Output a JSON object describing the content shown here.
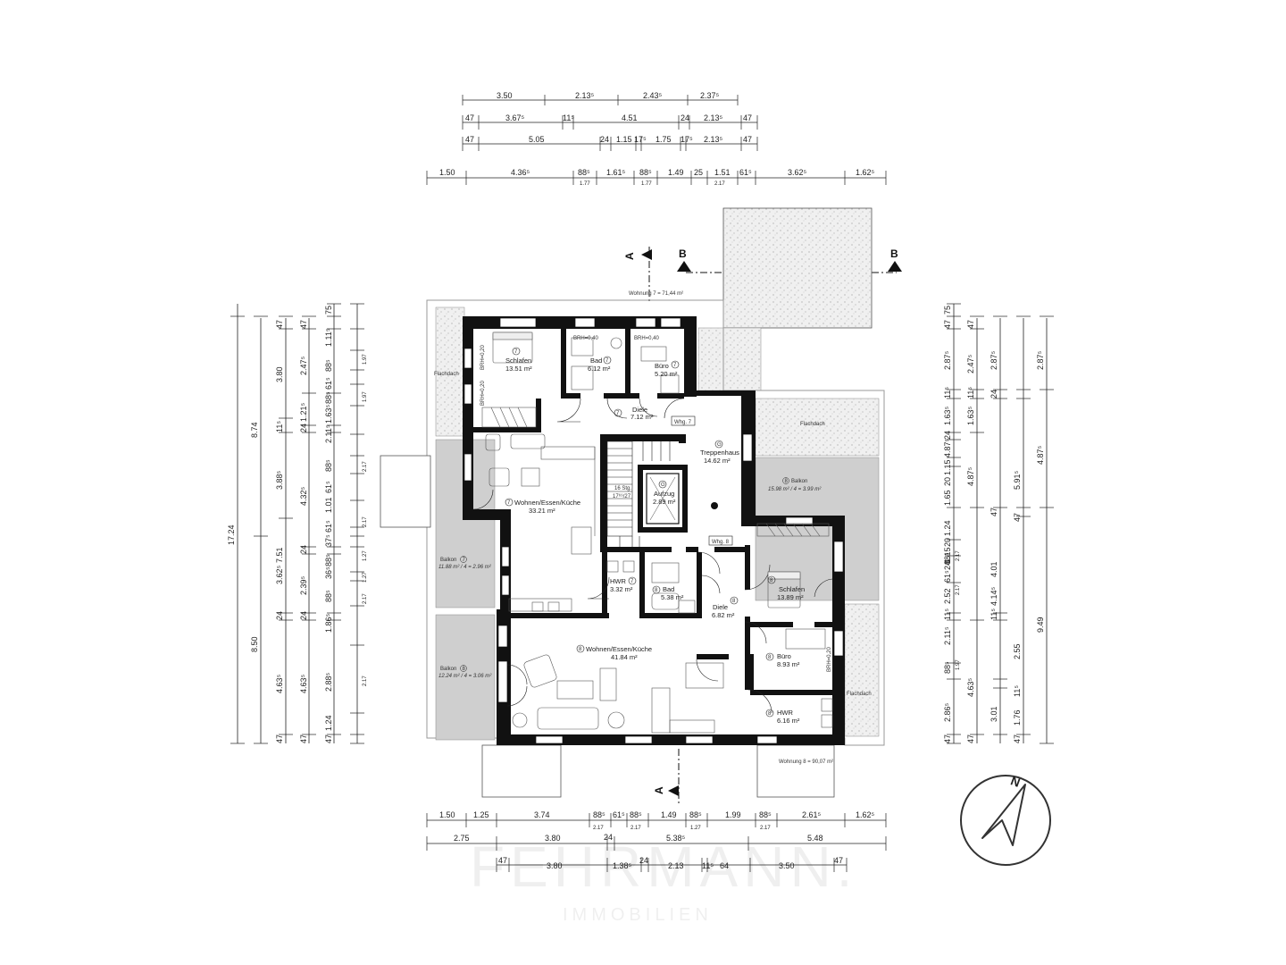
{
  "section_marks": {
    "a": "A",
    "b": "B"
  },
  "apartment_totals": {
    "w7": "Wohnung 7 =  71,44 m²",
    "w8": "Wohnung 8 =  90,07 m²"
  },
  "rooms": {
    "schlafen7": {
      "num": "7",
      "name": "Schlafen",
      "area": "13.51 m²"
    },
    "bad7": {
      "num": "7",
      "name": "Bad",
      "area": "6.12 m²"
    },
    "buero7": {
      "num": "7",
      "name": "Büro",
      "area": "5.20 m²"
    },
    "diele7": {
      "num": "7",
      "name": "Diele",
      "area": "7.12 m²"
    },
    "treppenhaus": {
      "num": "G",
      "name": "Treppenhaus",
      "area": "14.62 m²"
    },
    "aufzug": {
      "num": "G",
      "name": "Aufzug",
      "area": "2.89 m²"
    },
    "wek7": {
      "num": "7",
      "name": "Wohnen/Essen/Küche",
      "area": "33.21 m²"
    },
    "hwr7": {
      "num": "7",
      "name": "HWR",
      "area": "3.32 m²"
    },
    "bad8": {
      "num": "8",
      "name": "Bad",
      "area": "5.38 m²"
    },
    "diele8": {
      "num": "8",
      "name": "Diele",
      "area": "6.82 m²"
    },
    "schlafen8": {
      "num": "8",
      "name": "Schlafen",
      "area": "13.89 m²"
    },
    "buero8": {
      "num": "8",
      "name": "Büro",
      "area": "8.93 m²"
    },
    "wek8": {
      "num": "8",
      "name": "Wohnen/Essen/Küche",
      "area": "41.84 m²"
    },
    "hwr8": {
      "num": "8",
      "name": "HWR",
      "area": "6.16 m²"
    },
    "balkon7": {
      "num": "7",
      "name": "Balkon",
      "area": "11.88 m² / 4 = 2.96 m²"
    },
    "balkon8_left": {
      "num": "8",
      "name": "Balkon",
      "area": "12.24 m² / 4 = 3.06 m²"
    },
    "balkon8_right": {
      "num": "8",
      "name": "Balkon",
      "area": "15.98 m² / 4 = 3.99 m²"
    }
  },
  "labels": {
    "flachdach": "Flachdach",
    "brh040": "BRH=0,40",
    "brh020": "BRH=0,20",
    "whg7": "Whg. 7",
    "whg8": "Whg. 8",
    "stairs": "16 Stg.",
    "stairs_ratio": "17⁶⁹/27"
  },
  "dimensions": {
    "top_row1": [
      "3.50",
      "2.13⁵",
      "2.43⁵",
      "2.37⁵"
    ],
    "top_row2": [
      "47",
      "3.67⁵",
      "11⁵",
      "4.51",
      "24",
      "2.13⁵",
      "47"
    ],
    "top_row3": [
      "47",
      "5.05",
      "24",
      "1.15",
      "17⁵",
      "1.75",
      "17⁵",
      "2.13⁵",
      "47"
    ],
    "top_row4": [
      "1.50",
      "4.36⁵",
      "88⁵",
      "1.61⁵",
      "88⁵",
      "1.49",
      "25",
      "1.51",
      "61⁵",
      "3.62⁵",
      "1.62⁵"
    ],
    "top_row4_sub": [
      "1.77",
      "1.77",
      "2.17"
    ],
    "bottom_row1": [
      "1.50",
      "1.25",
      "3.74",
      "88⁵",
      "61⁵",
      "88⁵",
      "1.49",
      "88⁵",
      "1.99",
      "88⁵",
      "2.61⁵",
      "1.62⁵"
    ],
    "bottom_row1_sub": [
      "2.17",
      "2.17",
      "1.27",
      "2.17"
    ],
    "bottom_row2": [
      "2.75",
      "3.80",
      "24",
      "5.38⁵",
      "5.48"
    ],
    "bottom_row3": [
      "47",
      "3.80",
      "1.38⁵",
      "24",
      "2.13",
      "11⁵",
      "64",
      "3.50",
      "47"
    ],
    "left_overall": "17.24",
    "left_col2": [
      "8.74",
      "8.50"
    ],
    "left_col3": [
      "47",
      "3.80",
      "11⁵",
      "3.88⁵",
      "7.51",
      "3.62⁵",
      "24",
      "4.63⁵",
      "47"
    ],
    "left_col4": [
      "47",
      "2.47⁵",
      "1.21⁵",
      "24",
      "4.32⁵",
      "24",
      "2.39⁵",
      "24",
      "4.63⁵",
      "47"
    ],
    "left_col5": [
      "75",
      "1.11⁵",
      "88⁵",
      "61⁵",
      "88⁵",
      "1.63⁵",
      "2.11⁵",
      "88⁵",
      "61⁵",
      "1.01",
      "61⁵",
      "37⁵",
      "88⁵",
      "36⁵",
      "88⁵",
      "1.86⁵",
      "2.88⁵",
      "1.24",
      "47"
    ],
    "left_col5_sub": [
      "1.97",
      "1.97",
      "2.17",
      "2.17",
      "1.27",
      "1.27",
      "2.17",
      "2.17"
    ],
    "right_col1": [
      "75",
      "47",
      "2.87⁵",
      "11⁵",
      "1.63⁵",
      "24",
      "4.87⁵",
      "1.15",
      "20",
      "1.65",
      "1.24",
      "20",
      "1.15",
      "88⁵",
      "24",
      "61⁵",
      "2.52",
      "11⁵",
      "2.11⁵",
      "88⁵",
      "4.63⁵",
      "2.86⁵",
      "47"
    ],
    "right_col1_sub": [
      "2.17",
      "2.17",
      "1.97"
    ],
    "right_col2": [
      "47",
      "2.47⁵",
      "11⁵",
      "1.63⁵",
      "4.87⁵",
      "5.91⁵",
      "47",
      "4.14⁵",
      "11⁵",
      "2.55",
      "3.01",
      "11⁵",
      "1.76",
      "47"
    ],
    "right_col3": [
      "2.87⁵",
      "2.87⁵",
      "24",
      "4.87⁵",
      "47",
      "4.01",
      "9.49",
      "47"
    ]
  },
  "compass": {
    "letter": "N"
  },
  "watermark": {
    "brand": "FEHRMANN.",
    "sub": "IMMOBILIEN"
  },
  "colors": {
    "wall": "#111111",
    "terrace": "#cfcfcf",
    "gravel": "#e9e9e9",
    "line": "#222222"
  }
}
